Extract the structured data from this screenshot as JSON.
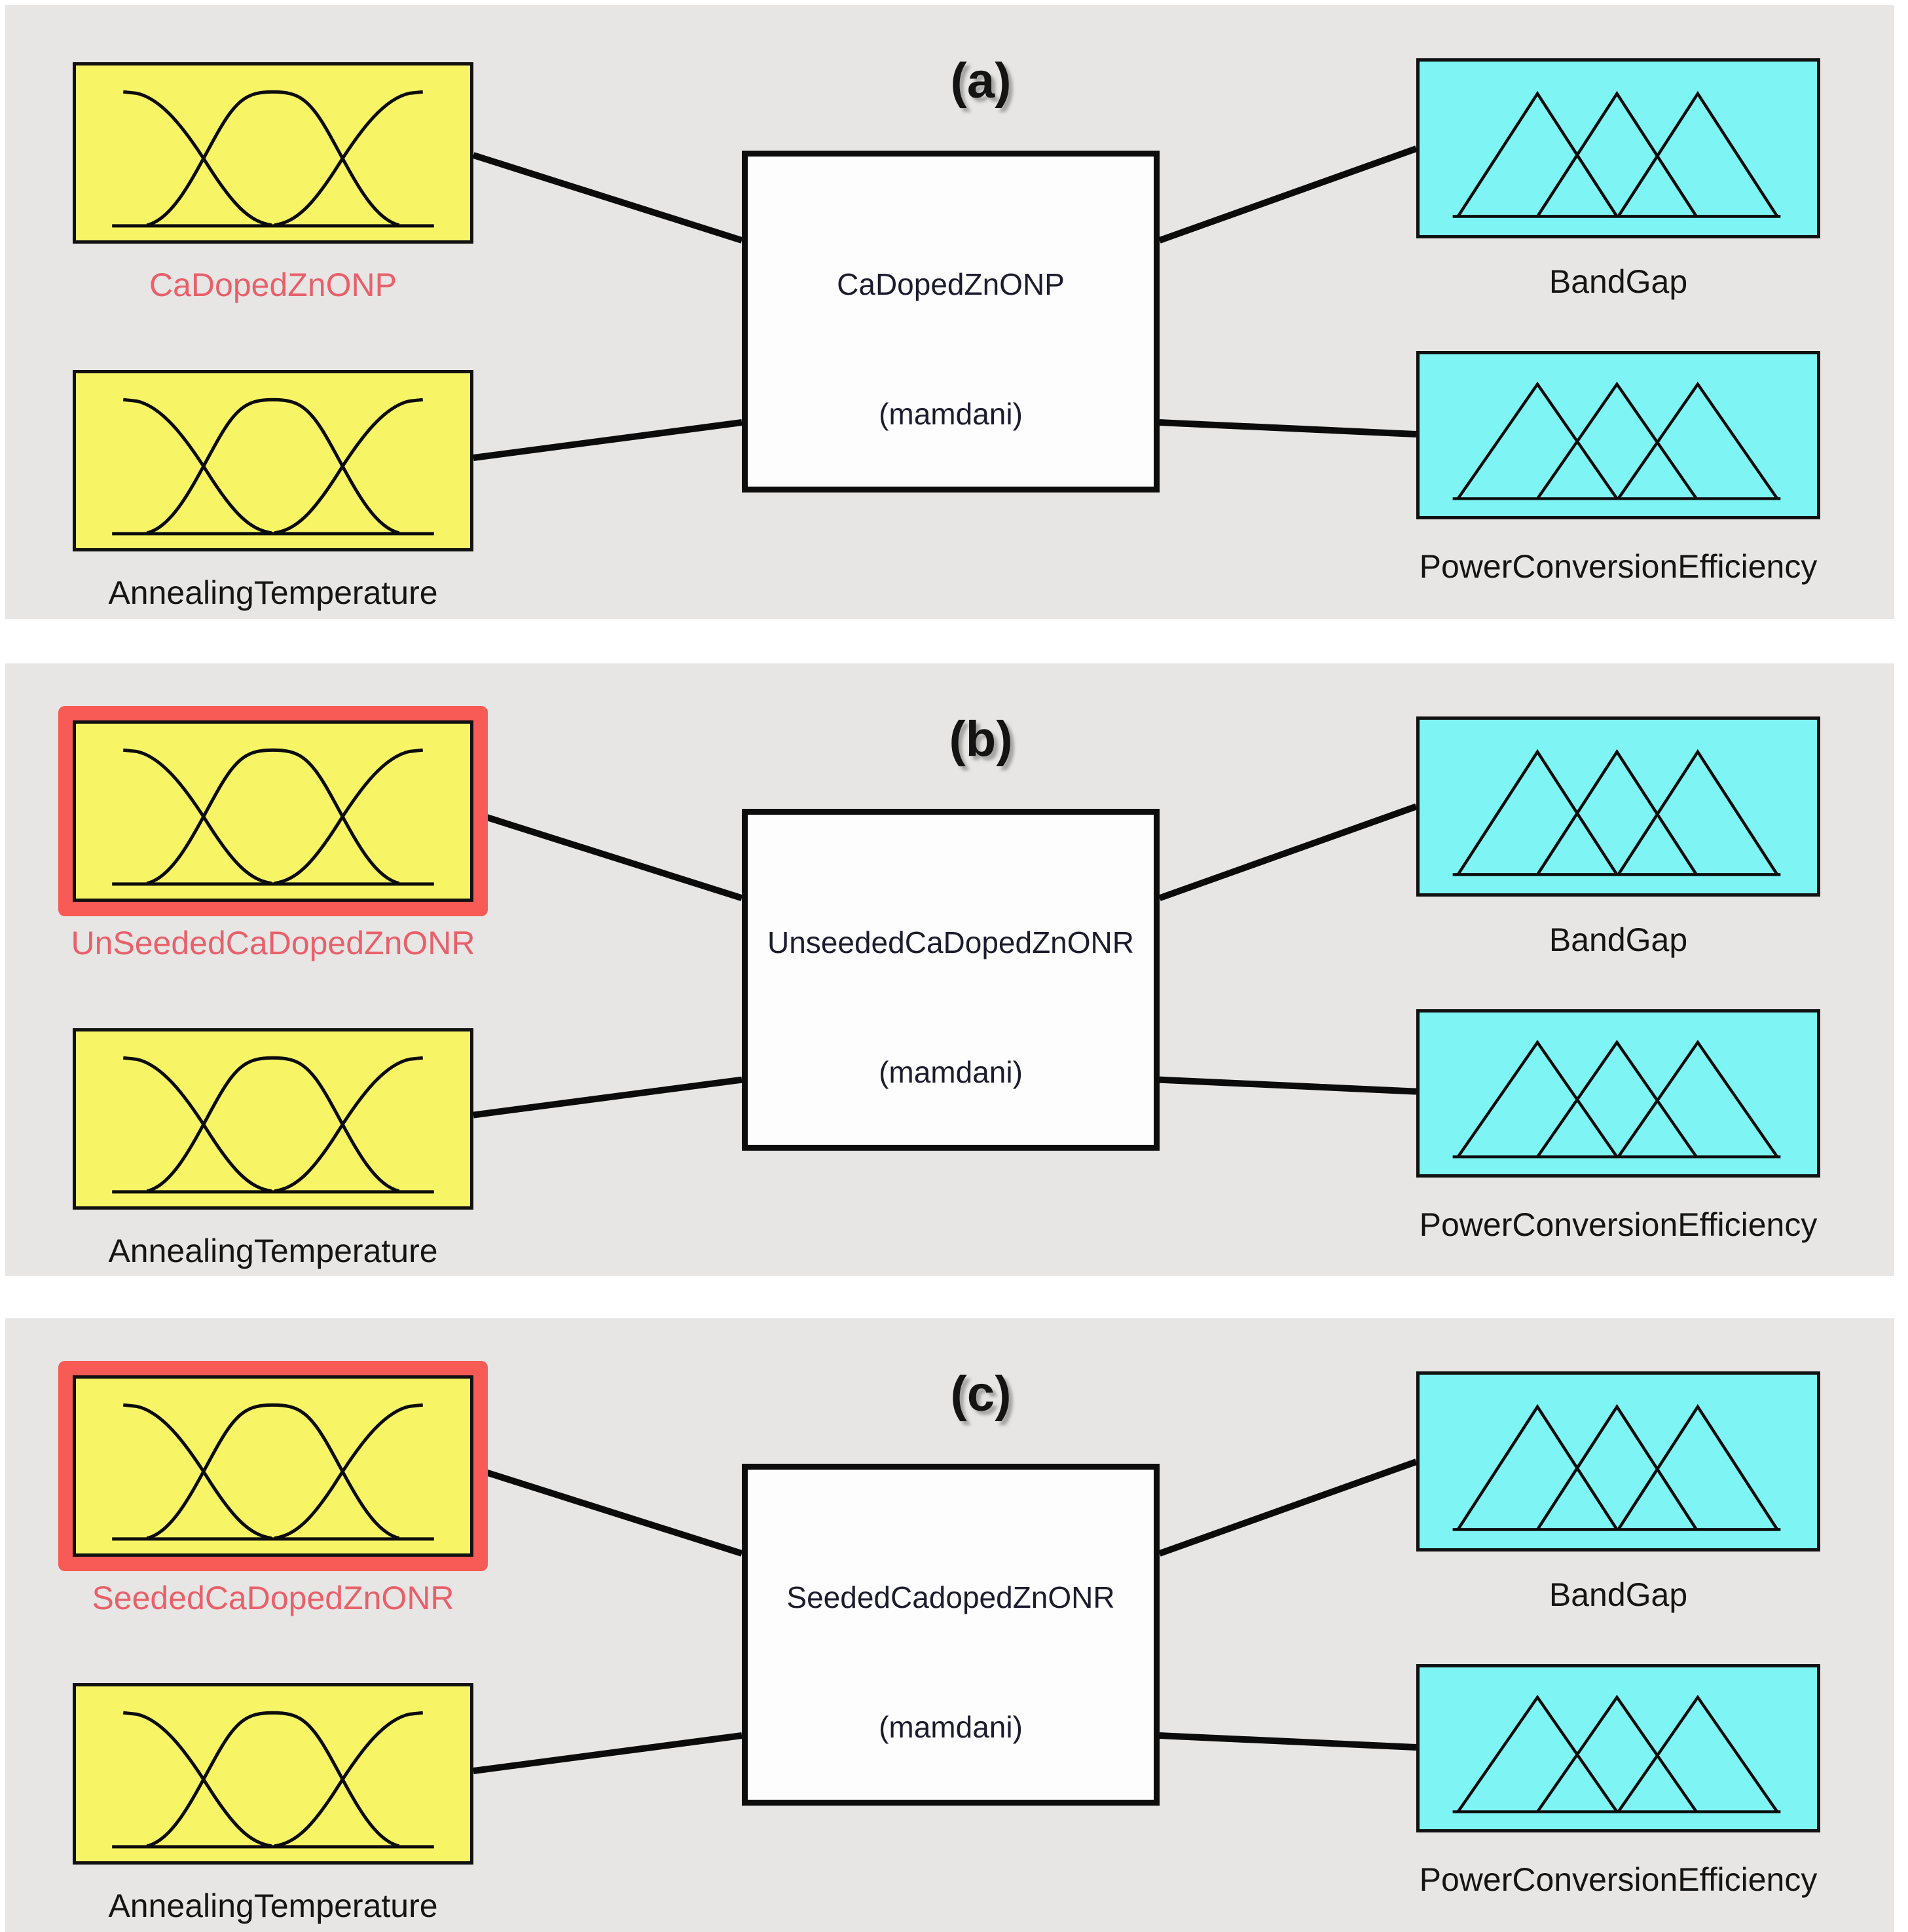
{
  "figure": {
    "background": "#ffffff",
    "panel_background": "#e7e6e4"
  },
  "colors": {
    "input_box_fill": "#f7f566",
    "output_box_fill": "#7ff4f4",
    "box_border": "#111111",
    "system_box_fill": "#fdfdfd",
    "highlight_border": "#f85a55",
    "red_label": "#e8606a",
    "black_label": "#151515",
    "connection_line": "#0b0b0b"
  },
  "panels": [
    {
      "title": "(a)",
      "inputs": [
        {
          "label": "CaDopedZnONP",
          "label_color": "#e8606a",
          "highlighted": false,
          "mf_type": "gaussian"
        },
        {
          "label": "AnnealingTemperature",
          "label_color": "#151515",
          "highlighted": false,
          "mf_type": "gaussian"
        }
      ],
      "system": {
        "name": "CaDopedZnONP",
        "inference": "(mamdani)"
      },
      "outputs": [
        {
          "label": "BandGap",
          "mf_type": "triangular"
        },
        {
          "label": "PowerConversionEfficiency",
          "mf_type": "triangular"
        }
      ]
    },
    {
      "title": "(b)",
      "inputs": [
        {
          "label": "UnSeededCaDopedZnONR",
          "label_color": "#e8606a",
          "highlighted": true,
          "mf_type": "gaussian"
        },
        {
          "label": "AnnealingTemperature",
          "label_color": "#151515",
          "highlighted": false,
          "mf_type": "gaussian"
        }
      ],
      "system": {
        "name": "UnseededCaDopedZnONR",
        "inference": "(mamdani)"
      },
      "outputs": [
        {
          "label": "BandGap",
          "mf_type": "triangular"
        },
        {
          "label": "PowerConversionEfficiency",
          "mf_type": "triangular"
        }
      ]
    },
    {
      "title": "(c)",
      "inputs": [
        {
          "label": "SeededCaDopedZnONR",
          "label_color": "#e8606a",
          "highlighted": true,
          "mf_type": "gaussian"
        },
        {
          "label": "AnnealingTemperature",
          "label_color": "#151515",
          "highlighted": false,
          "mf_type": "gaussian"
        }
      ],
      "system": {
        "name": "SeededCadopedZnONR",
        "inference": "(mamdani)"
      },
      "outputs": [
        {
          "label": "BandGap",
          "mf_type": "triangular"
        },
        {
          "label": "PowerConversionEfficiency",
          "mf_type": "triangular"
        }
      ]
    }
  ]
}
